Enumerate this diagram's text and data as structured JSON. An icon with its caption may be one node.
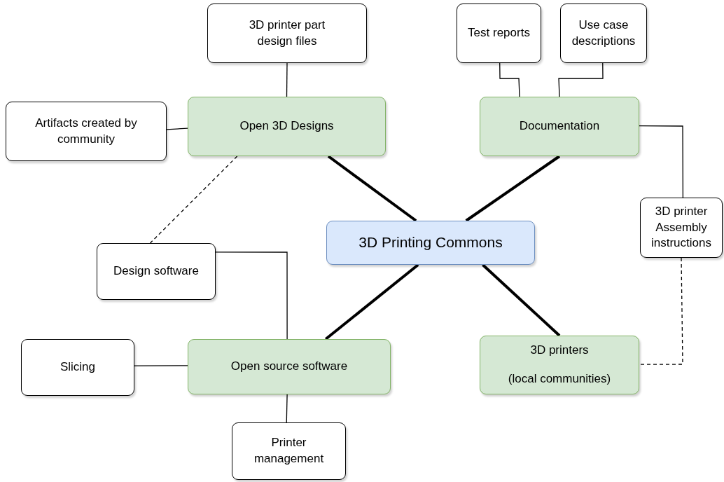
{
  "diagram": {
    "nodes": [
      {
        "text": [
          "3D Printing Commons"
        ]
      },
      {
        "text": [
          "Open 3D Designs"
        ]
      },
      {
        "text": [
          "Documentation"
        ]
      },
      {
        "text": [
          "Open source software"
        ]
      },
      {
        "text": [
          "3D printers",
          "(local communities)"
        ]
      },
      {
        "text": [
          "3D printer part design files"
        ]
      },
      {
        "text": [
          "Artifacts created by community"
        ]
      },
      {
        "text": [
          "Test reports"
        ]
      },
      {
        "text": [
          "Use case descriptions"
        ]
      },
      {
        "text": [
          "3D printer Assembly instructions"
        ]
      },
      {
        "text": [
          "Design software"
        ]
      },
      {
        "text": [
          "Slicing"
        ]
      },
      {
        "text": [
          "Printer management"
        ]
      }
    ],
    "edges": [
      {
        "from": 0,
        "to": 1,
        "arrow": "none",
        "style": "thick"
      },
      {
        "from": 0,
        "to": 2,
        "arrow": "none",
        "style": "thick"
      },
      {
        "from": 0,
        "to": 3,
        "arrow": "none",
        "style": "thick"
      },
      {
        "from": 0,
        "to": 4,
        "arrow": "none",
        "style": "thick"
      },
      {
        "from": 5,
        "to": 1,
        "arrow": "none"
      },
      {
        "from": 6,
        "to": 1,
        "arrow": "none"
      },
      {
        "from": 7,
        "to": 2,
        "arrow": "none"
      },
      {
        "from": 8,
        "to": 2,
        "arrow": "none"
      },
      {
        "from": 2,
        "to": 9,
        "arrow": "none"
      },
      {
        "from": 1,
        "to": 10,
        "arrow": "none",
        "style": "dashed"
      },
      {
        "from": 10,
        "to": 3,
        "arrow": "none"
      },
      {
        "from": 11,
        "to": 3,
        "arrow": "none"
      },
      {
        "from": 3,
        "to": 12,
        "arrow": "none"
      },
      {
        "from": 9,
        "to": 4,
        "arrow": "none",
        "style": "dashed"
      }
    ]
  }
}
